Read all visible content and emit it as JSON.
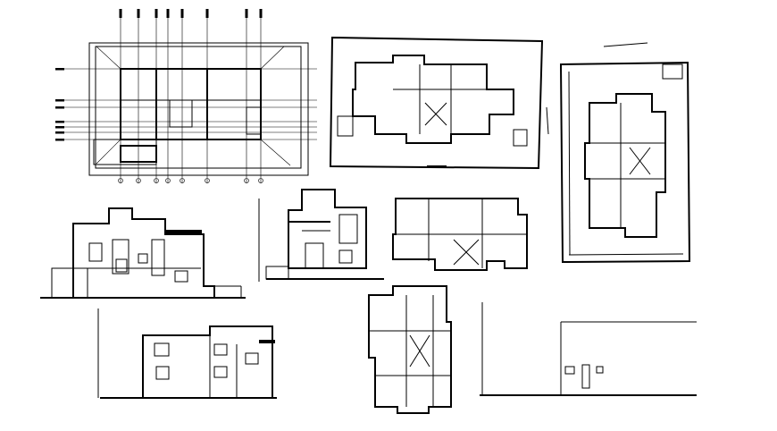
{
  "drawing": {
    "background": "#ffffff",
    "line_color": "#000000",
    "sheets": [
      "floor-plan-grid",
      "floor-plan-framed",
      "floor-plan-right",
      "front-elevation",
      "side-elevation",
      "floor-plan-middle",
      "floor-plan-lower",
      "rear-elevation",
      "section-outline"
    ]
  }
}
